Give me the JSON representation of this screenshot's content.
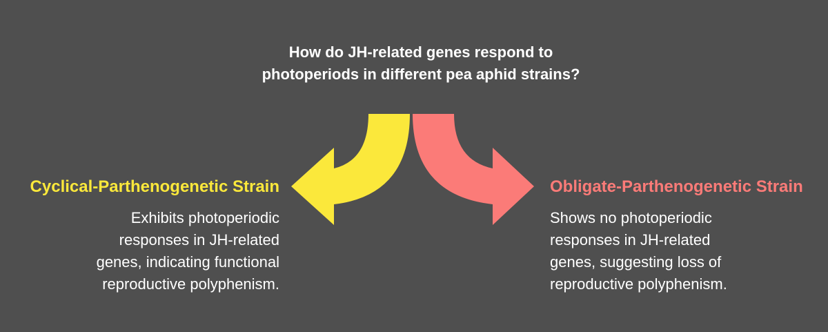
{
  "colors": {
    "background": "#4f4f4f",
    "question_text": "#ffffff",
    "left_accent": "#fbe83b",
    "right_accent": "#fb7b78",
    "body_text": "#ffffff"
  },
  "question": "How do JH-related genes respond to photoperiods in different pea aphid strains?",
  "left": {
    "title": "Cyclical-Parthenogenetic Strain",
    "description": "Exhibits photoperiodic responses in JH-related genes, indicating functional reproductive polyphenism."
  },
  "right": {
    "title": "Obligate-Parthenogenetic Strain",
    "description": "Shows no photoperiodic responses in JH-related genes, suggesting loss of reproductive polyphenism."
  }
}
